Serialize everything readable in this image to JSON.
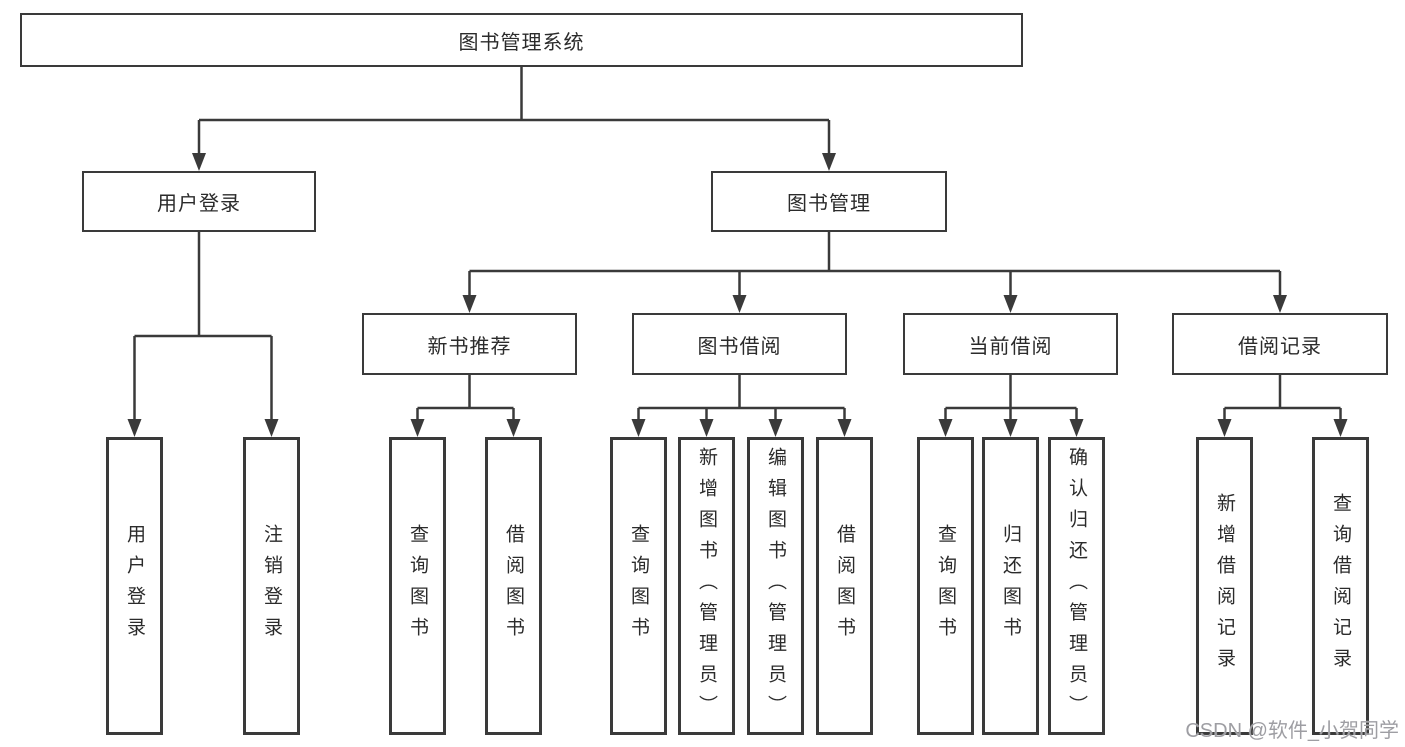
{
  "diagram": {
    "root": {
      "label": "图书管理系统",
      "children": [
        {
          "label": "用户登录",
          "children": [
            {
              "label": "用户登录"
            },
            {
              "label": "注销登录"
            }
          ]
        },
        {
          "label": "图书管理",
          "children": [
            {
              "label": "新书推荐",
              "children": [
                {
                  "label": "查询图书"
                },
                {
                  "label": "借阅图书"
                }
              ]
            },
            {
              "label": "图书借阅",
              "children": [
                {
                  "label": "查询图书"
                },
                {
                  "label": "新增图书（管理员）"
                },
                {
                  "label": "编辑图书（管理员）"
                },
                {
                  "label": "借阅图书"
                }
              ]
            },
            {
              "label": "当前借阅",
              "children": [
                {
                  "label": "查询图书"
                },
                {
                  "label": "归还图书"
                },
                {
                  "label": "确认归还（管理员）"
                }
              ]
            },
            {
              "label": "借阅记录",
              "children": [
                {
                  "label": "新增借阅记录"
                },
                {
                  "label": "查询借阅记录"
                }
              ]
            }
          ]
        }
      ]
    }
  },
  "watermark": "CSDN @软件_小贺同学",
  "colors": {
    "line": "#3a3a3a",
    "box_border": "#3a3a3a",
    "text": "#2b2b2b",
    "watermark": "#9e9ea3",
    "background": "#ffffff"
  }
}
